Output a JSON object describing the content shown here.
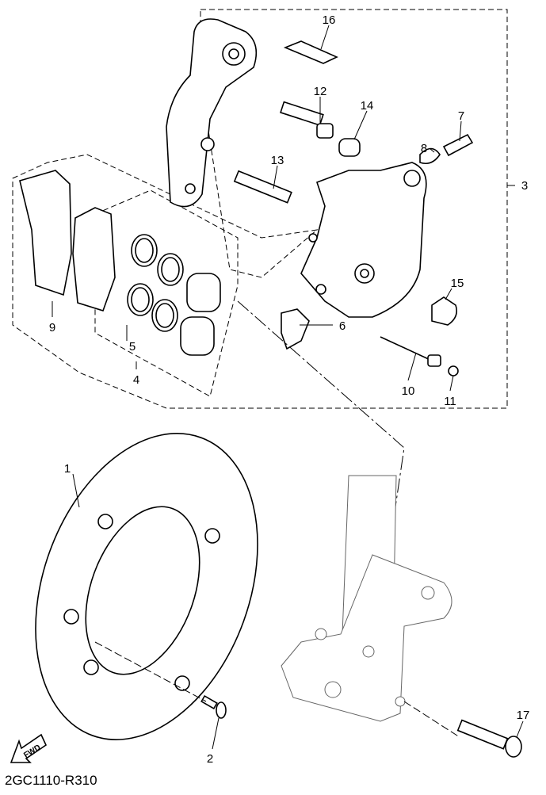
{
  "diagram": {
    "code": "2GC1110-R310",
    "fwd_label": "FWD",
    "callouts": {
      "p1": "1",
      "p2": "2",
      "p3": "3",
      "p4": "4",
      "p5": "5",
      "p6": "6",
      "p7": "7",
      "p8": "8",
      "p9": "9",
      "p10": "10",
      "p11": "11",
      "p12": "12",
      "p13": "13",
      "p14": "14",
      "p15": "15",
      "p16": "16",
      "p17": "17"
    }
  }
}
